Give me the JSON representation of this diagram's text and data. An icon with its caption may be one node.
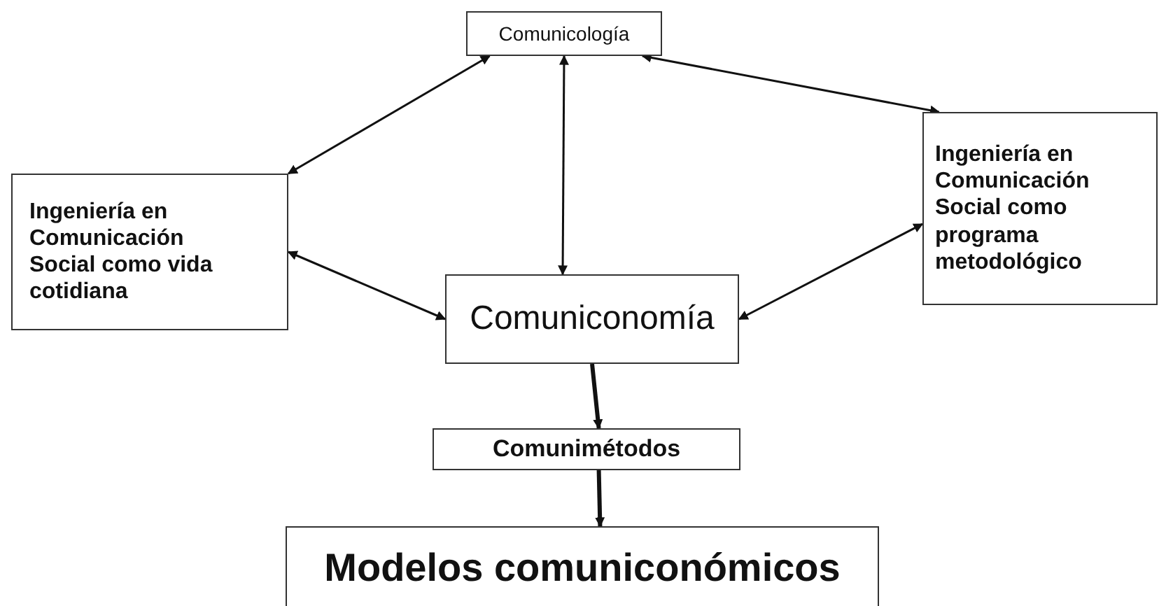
{
  "diagram": {
    "nodes": [
      {
        "text": [
          "Comunicología"
        ]
      },
      {
        "text": [
          "Ingeniería en Comunicación Social como vida cotidiana"
        ]
      },
      {
        "text": [
          "Ingeniería en Comunicación Social como programa metodológico"
        ]
      },
      {
        "text": [
          "Comuniconomía"
        ]
      },
      {
        "text": [
          "Comunimétodos"
        ]
      },
      {
        "text": [
          "Modelos comuniconómicos"
        ]
      }
    ],
    "edges": [
      {
        "from": 0,
        "to": 1,
        "arrow": "both"
      },
      {
        "from": 0,
        "to": 3,
        "arrow": "both"
      },
      {
        "from": 0,
        "to": 2,
        "arrow": "both"
      },
      {
        "from": 1,
        "to": 3,
        "arrow": "both"
      },
      {
        "from": 2,
        "to": 3,
        "arrow": "both"
      },
      {
        "from": 3,
        "to": 4,
        "arrow": "to",
        "style": "thick"
      },
      {
        "from": 4,
        "to": 5,
        "arrow": "to",
        "style": "thick"
      }
    ]
  }
}
